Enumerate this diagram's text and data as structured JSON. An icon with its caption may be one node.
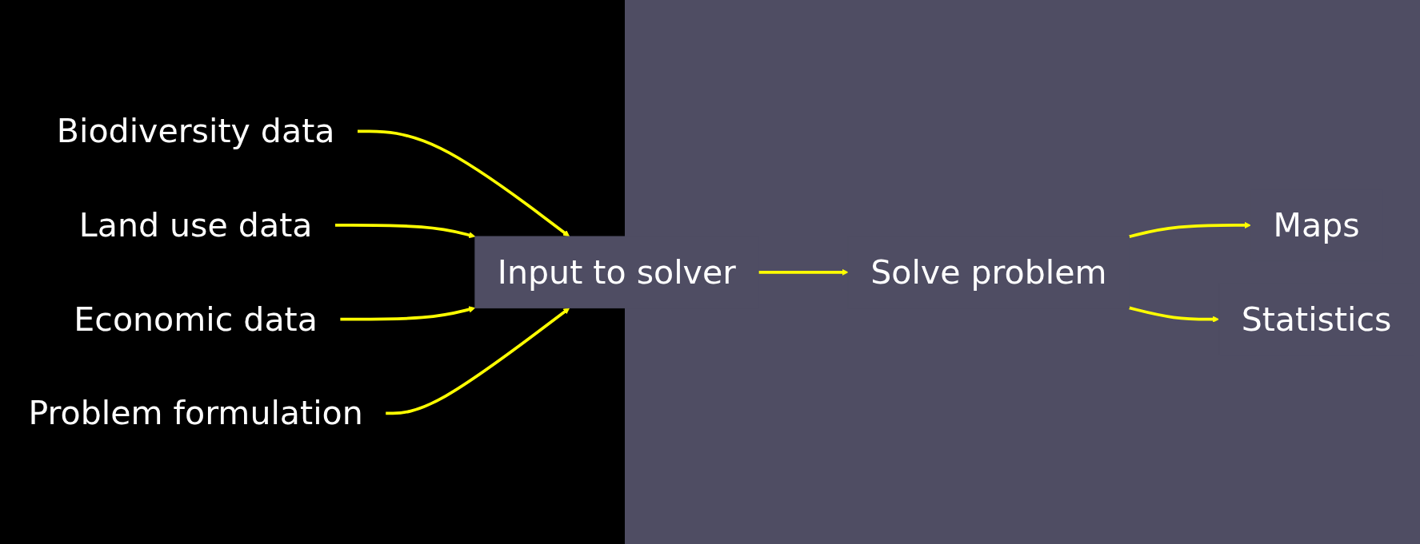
{
  "diagram": {
    "nodes": [
      {
        "text": [
          "Biodiversity data"
        ]
      },
      {
        "text": [
          "Land use data"
        ]
      },
      {
        "text": [
          "Economic data"
        ]
      },
      {
        "text": [
          "Problem formulation"
        ]
      },
      {
        "text": [
          "Input to solver"
        ]
      },
      {
        "text": [
          "Solve problem"
        ]
      },
      {
        "text": [
          "Maps"
        ]
      },
      {
        "text": [
          "Statistics"
        ]
      }
    ],
    "edges": [
      {
        "from": 0,
        "to": 4,
        "arrow": "to"
      },
      {
        "from": 1,
        "to": 4,
        "arrow": "to"
      },
      {
        "from": 2,
        "to": 4,
        "arrow": "to"
      },
      {
        "from": 3,
        "to": 4,
        "arrow": "to"
      },
      {
        "from": 4,
        "to": 5,
        "arrow": "to"
      },
      {
        "from": 5,
        "to": 6,
        "arrow": "to"
      },
      {
        "from": 5,
        "to": 7,
        "arrow": "to"
      }
    ]
  }
}
